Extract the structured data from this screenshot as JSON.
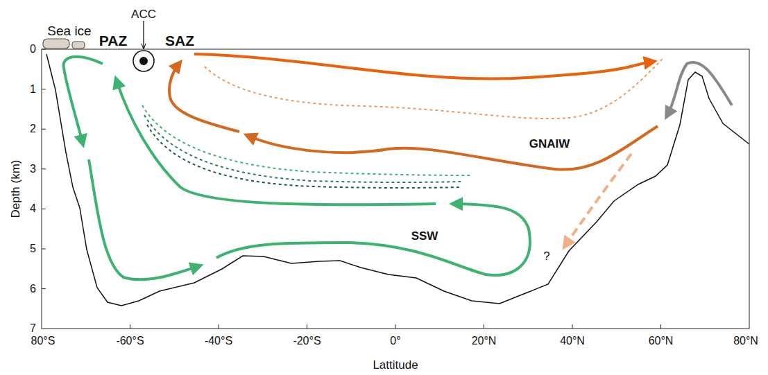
{
  "diagram": {
    "labels": [
      "Sea ice",
      "ACC",
      "PAZ",
      "SAZ",
      "GNAIW",
      "SSW",
      "?",
      "0",
      "1",
      "2",
      "3",
      "4",
      "5",
      "6",
      "7",
      "80°S",
      "-60°S",
      "-40°S",
      "-20°S",
      "0°",
      "20°N",
      "40°N",
      "60°N",
      "80°N",
      "Depth (km)",
      "Lattitude"
    ]
  }
}
